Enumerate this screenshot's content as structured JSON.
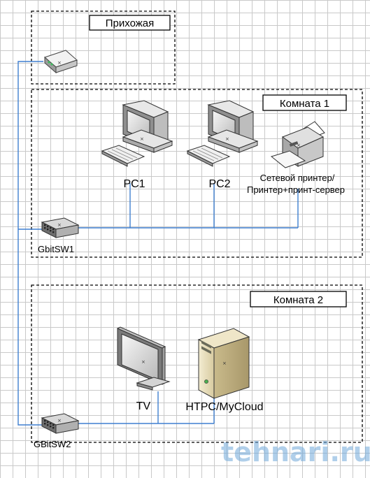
{
  "rooms": {
    "hallway": "Прихожая",
    "room1": "Комната 1",
    "room2": "Комната 2"
  },
  "devices": {
    "pc1": "PC1",
    "pc2": "PC2",
    "printer_line1": "Сетевой принтер/",
    "printer_line2": "Принтер+принт-сервер",
    "switch1": "GbitSW1",
    "switch2": "GBitSW2",
    "tv": "TV",
    "htpc": "HTPC/MyCloud",
    "router": ""
  },
  "watermark": "tehnari.ru",
  "colors": {
    "cable": "#3f7fd0",
    "room_border": "#000000",
    "grid": "#c9c9c9"
  }
}
